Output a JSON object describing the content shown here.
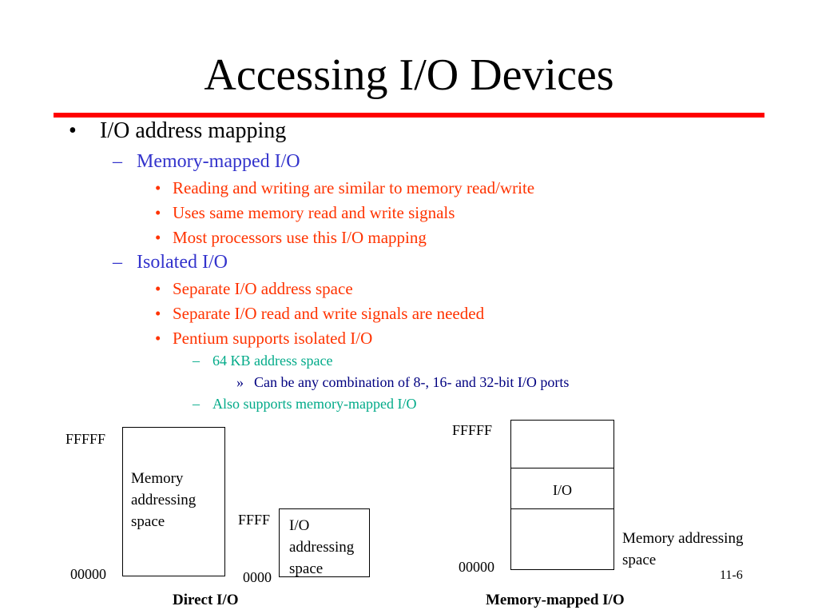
{
  "slide": {
    "title": "Accessing I/O Devices",
    "page_number": "11-6",
    "accent_color": "#ff0000"
  },
  "bullets": {
    "b1": "I/O address mapping",
    "b1_marker": "•",
    "sub_marker": "–",
    "b2a": "Memory-mapped I/O",
    "b2a_items": [
      "Reading and writing are similar to memory read/write",
      "Uses same memory read and write signals",
      "Most processors use this I/O mapping"
    ],
    "b2b": "Isolated I/O",
    "b2b_items": [
      "Separate I/O address space",
      "Separate I/O read and write signals are needed",
      "Pentium supports isolated I/O"
    ],
    "b4a": "64 KB address space",
    "b5_marker": "»",
    "b5": "Can be any combination of 8-, 16- and 32-bit I/O ports",
    "b4b": "Also supports memory-mapped I/O"
  },
  "direct_io": {
    "mem_top": "FFFFF",
    "mem_bottom": "00000",
    "mem_text": "Memory addressing space",
    "io_top": "FFFF",
    "io_bottom": "0000",
    "io_text": "I/O addressing space",
    "caption": "Direct I/O"
  },
  "mmio": {
    "top": "FFFFF",
    "bottom": "00000",
    "io_label": "I/O",
    "mem_text": "Memory addressing space",
    "caption": "Memory-mapped I/O"
  }
}
